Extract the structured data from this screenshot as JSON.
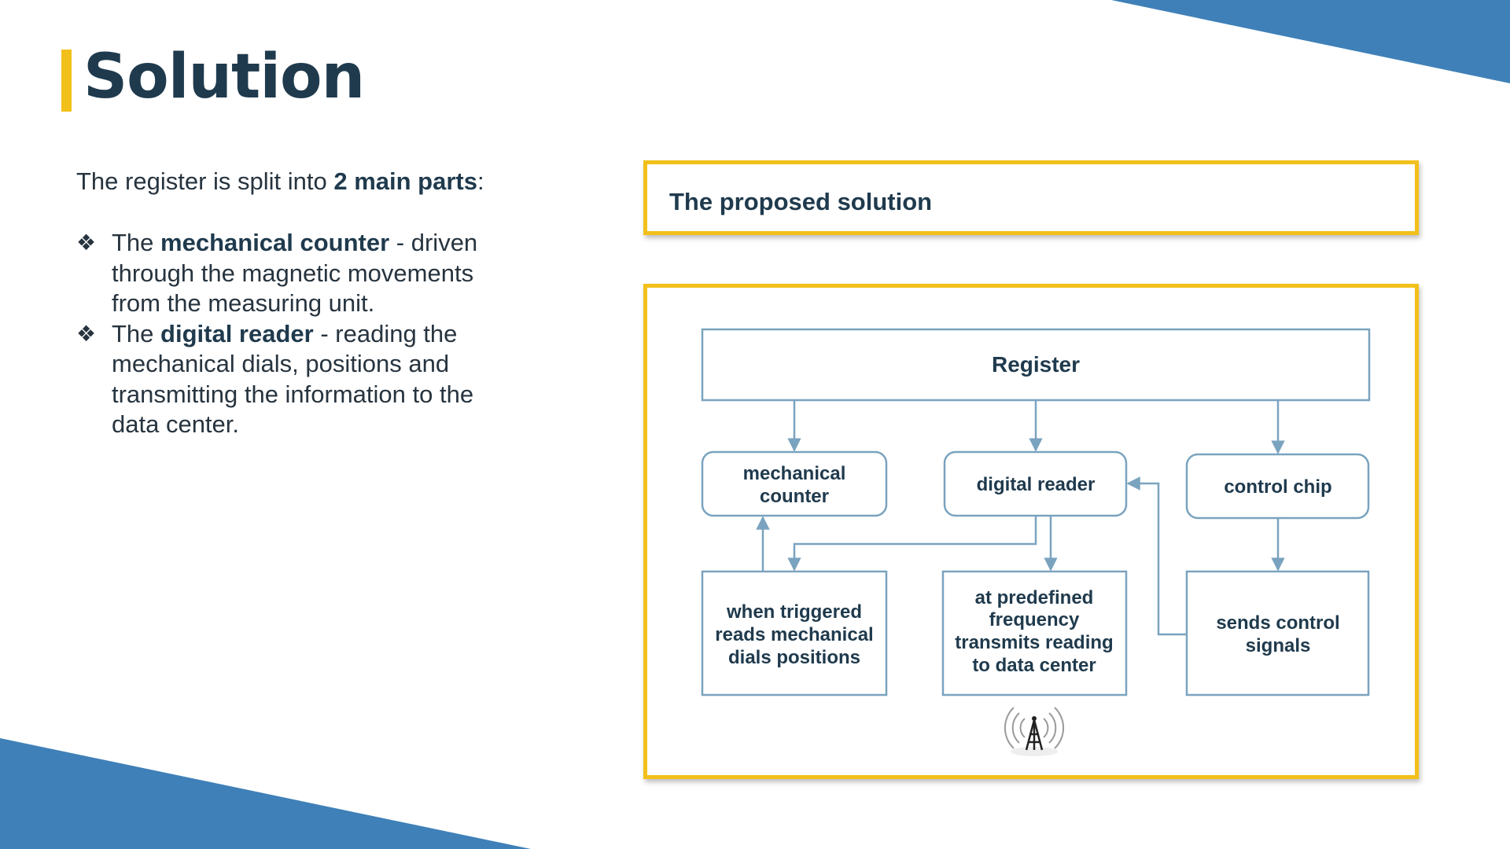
{
  "slide": {
    "title": "Solution",
    "intro": {
      "text_before": "The register is split into ",
      "emphasis": "2 main parts",
      "text_after": ":"
    },
    "bullets": [
      {
        "marker": "❖",
        "text_before": "The ",
        "emphasis": "mechanical counter",
        "text_after": " - driven through the magnetic movements from the measuring unit."
      },
      {
        "marker": "❖",
        "text_before": "The ",
        "emphasis": "digital reader",
        "text_after": " - reading the mechanical dials, positions and transmitting the information to the data center."
      }
    ],
    "proposed_label": "The proposed solution"
  },
  "diagram": {
    "nodes": {
      "register": [
        "Register"
      ],
      "mechanical_counter": [
        "mechanical",
        "counter"
      ],
      "digital_reader": [
        "digital reader"
      ],
      "control_chip": [
        "control chip"
      ],
      "when_triggered": [
        "when triggered",
        "reads mechanical",
        "dials positions"
      ],
      "predefined": [
        "at predefined",
        "frequency",
        "transmits reading",
        "to data center"
      ],
      "sends_control": [
        "sends control",
        "signals"
      ]
    },
    "icon": "radio-tower-icon"
  },
  "colors": {
    "accent_yellow": "#f2c01a",
    "accent_blue": "#3f80b8",
    "title_text": "#1f3a4d",
    "diagram_line": "#7aa3bf"
  }
}
